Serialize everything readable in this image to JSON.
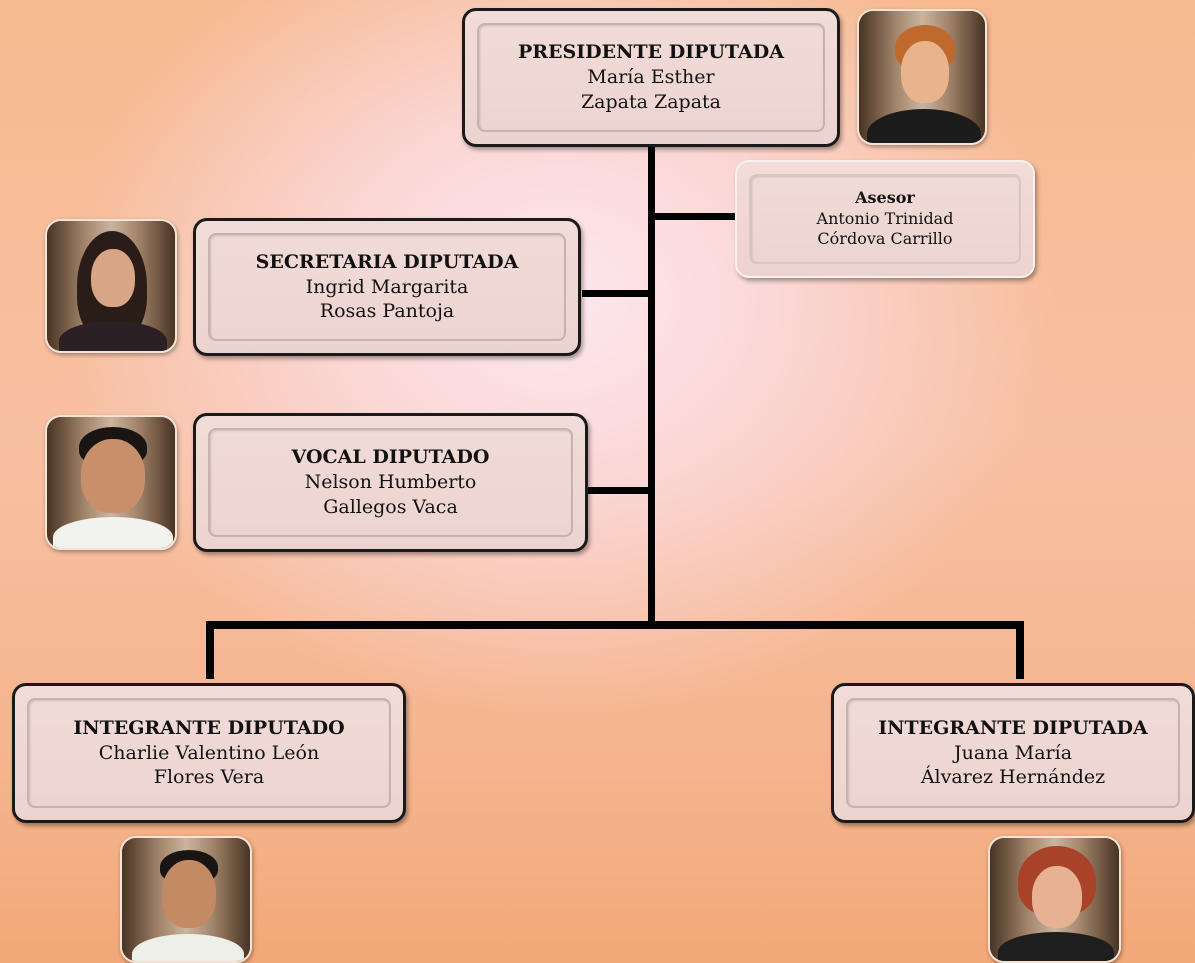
{
  "president": {
    "title": "PRESIDENTE DIPUTADA",
    "name_line1": "María Esther",
    "name_line2": "Zapata Zapata"
  },
  "advisor": {
    "title": "Asesor",
    "name_line1": "Antonio Trinidad",
    "name_line2": "Córdova Carrillo"
  },
  "secretary": {
    "title": "SECRETARIA DIPUTADA",
    "name_line1": "Ingrid Margarita",
    "name_line2": "Rosas Pantoja"
  },
  "vocal": {
    "title": "VOCAL DIPUTADO",
    "name_line1": "Nelson Humberto",
    "name_line2": "Gallegos Vaca"
  },
  "member_left": {
    "title": "INTEGRANTE DIPUTADO",
    "name_line1": "Charlie Valentino León",
    "name_line2": "Flores Vera"
  },
  "member_right": {
    "title": "INTEGRANTE DIPUTADA",
    "name_line1": "Juana María",
    "name_line2": "Álvarez Hernández"
  }
}
